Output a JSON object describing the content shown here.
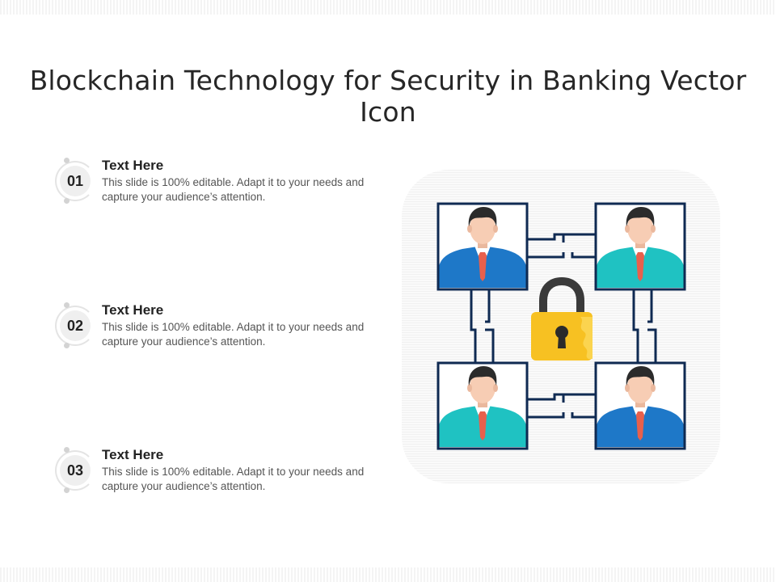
{
  "title": "Blockchain Technology for Security in Banking Vector Icon",
  "items": [
    {
      "number": "01",
      "heading": "Text Here",
      "body": "This slide is 100% editable. Adapt it to your needs and capture your audience’s attention."
    },
    {
      "number": "02",
      "heading": "Text Here",
      "body": "This slide is 100% editable. Adapt it to your needs and capture your audience’s attention."
    },
    {
      "number": "03",
      "heading": "Text Here",
      "body": "This slide is 100% editable. Adapt it to your needs and capture your audience’s attention."
    }
  ],
  "colors": {
    "frame": "#0f2a52",
    "suit_blue": "#1e78c8",
    "suit_teal": "#1fc2c2",
    "tie": "#e8604c",
    "skin": "#f7cdb4",
    "hair": "#2b2b2b",
    "lock_body": "#f7c122",
    "lock_shackle": "#3a3a3a"
  },
  "icons": [
    "user-avatar-icon",
    "chain-link-icon",
    "padlock-icon"
  ]
}
